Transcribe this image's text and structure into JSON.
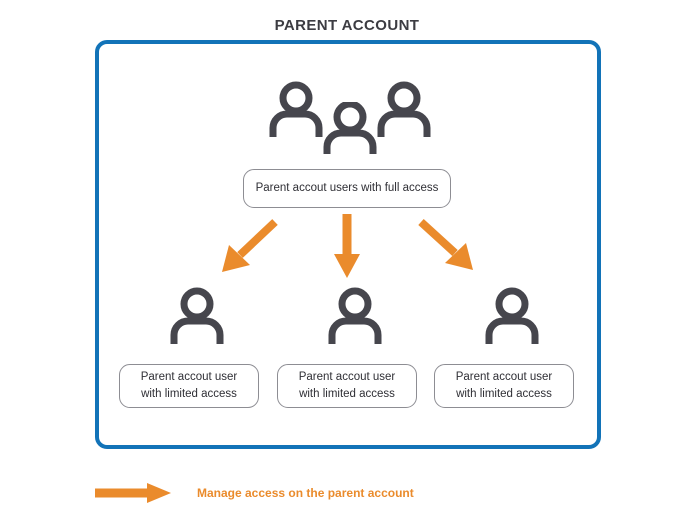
{
  "diagram": {
    "title": "PARENT ACCOUNT",
    "colors": {
      "frame_blue": "#1273b8",
      "arrow_orange": "#ea8b2c",
      "icon_gray": "#46464d",
      "box_border_gray": "#8d8d93",
      "title_gray": "#3c3c42",
      "background": "#ffffff"
    },
    "full_access": {
      "label": "Parent accout users with full access",
      "people_icon_count": 3,
      "icon_name": "people-group-icon"
    },
    "arrows": [
      {
        "name": "arrow-down-left",
        "direction": "down-left"
      },
      {
        "name": "arrow-down",
        "direction": "down"
      },
      {
        "name": "arrow-down-right",
        "direction": "down-right"
      }
    ],
    "limited_access_users": [
      {
        "line1": "Parent accout user",
        "line2": "with limited access",
        "icon_name": "person-icon"
      },
      {
        "line1": "Parent accout user",
        "line2": "with limited access",
        "icon_name": "person-icon"
      },
      {
        "line1": "Parent accout user",
        "line2": "with limited access",
        "icon_name": "person-icon"
      }
    ],
    "legend": {
      "arrow_icon": "arrow-right-icon",
      "text": "Manage access on the parent account"
    }
  }
}
